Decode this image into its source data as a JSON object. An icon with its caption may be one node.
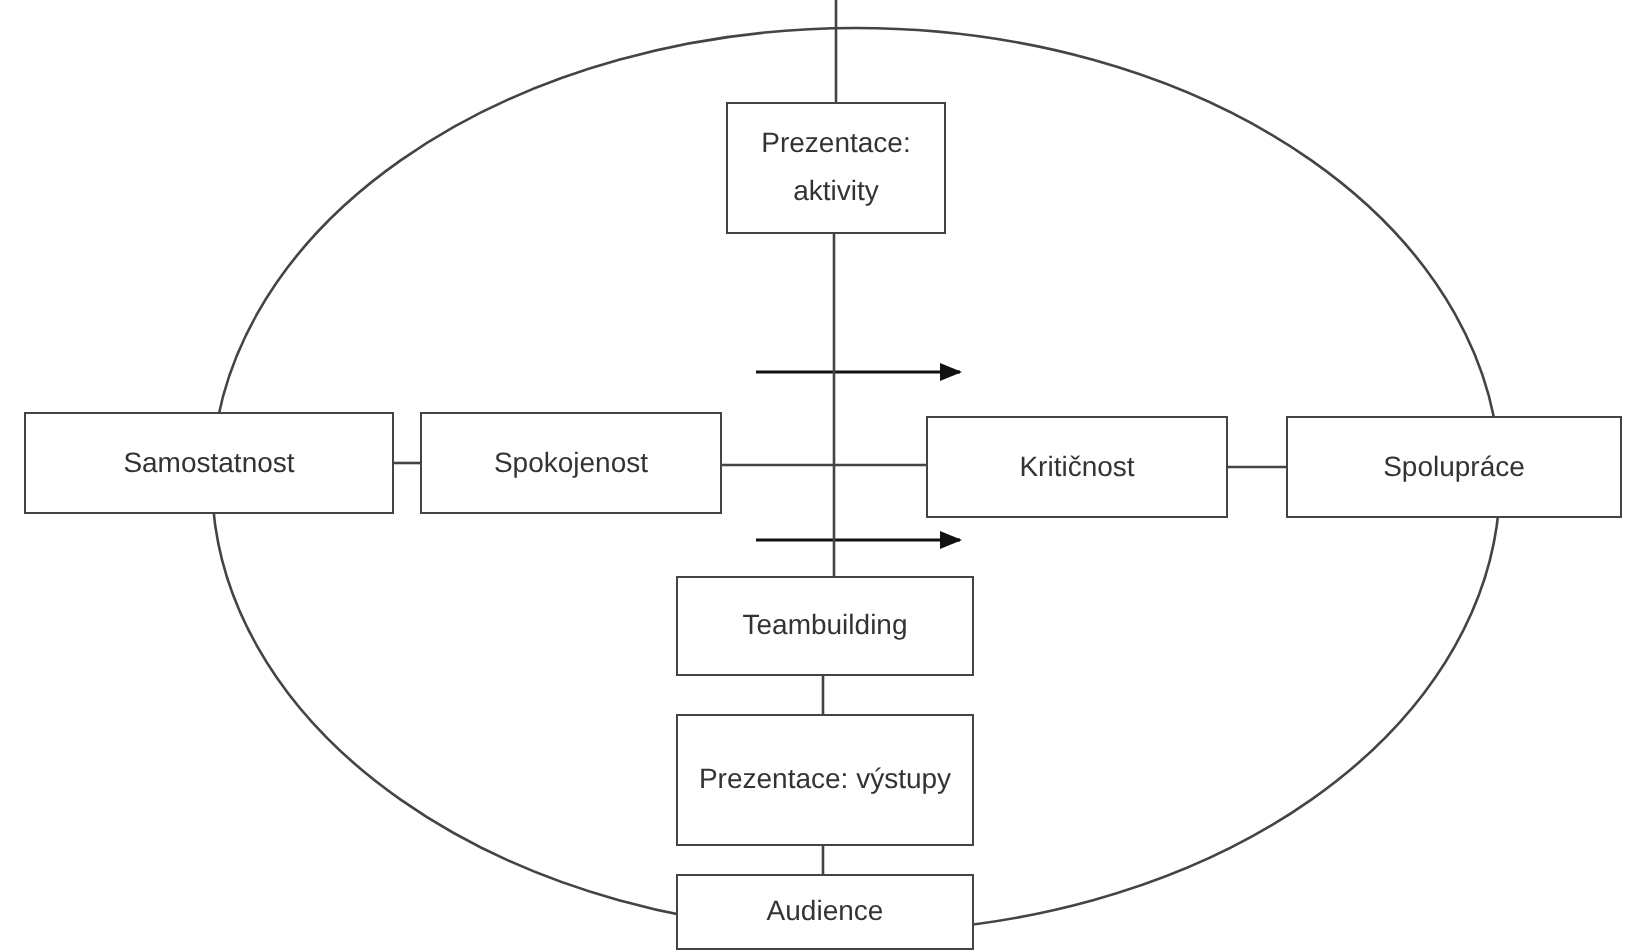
{
  "diagram": {
    "nodes": [
      {
        "text": [
          "Prezentace: aktivity"
        ]
      },
      {
        "text": [
          "Samostatnost"
        ]
      },
      {
        "text": [
          "Spokojenost"
        ]
      },
      {
        "text": [
          "Kritičnost"
        ]
      },
      {
        "text": [
          "Spolupráce"
        ]
      },
      {
        "text": [
          "Teambuilding"
        ]
      },
      {
        "text": [
          "Prezentace: výstupy"
        ]
      },
      {
        "text": [
          "Audience"
        ]
      }
    ],
    "edges": [
      {
        "from": null,
        "to": 0,
        "arrow": "none"
      },
      {
        "from": 0,
        "to": 5,
        "arrow": "none"
      },
      {
        "from": 5,
        "to": 6,
        "arrow": "none"
      },
      {
        "from": 6,
        "to": 7,
        "arrow": "none"
      },
      {
        "from": 1,
        "to": 2,
        "arrow": "none"
      },
      {
        "from": 2,
        "to": 3,
        "arrow": "none"
      },
      {
        "from": 3,
        "to": 4,
        "arrow": "none"
      }
    ]
  }
}
